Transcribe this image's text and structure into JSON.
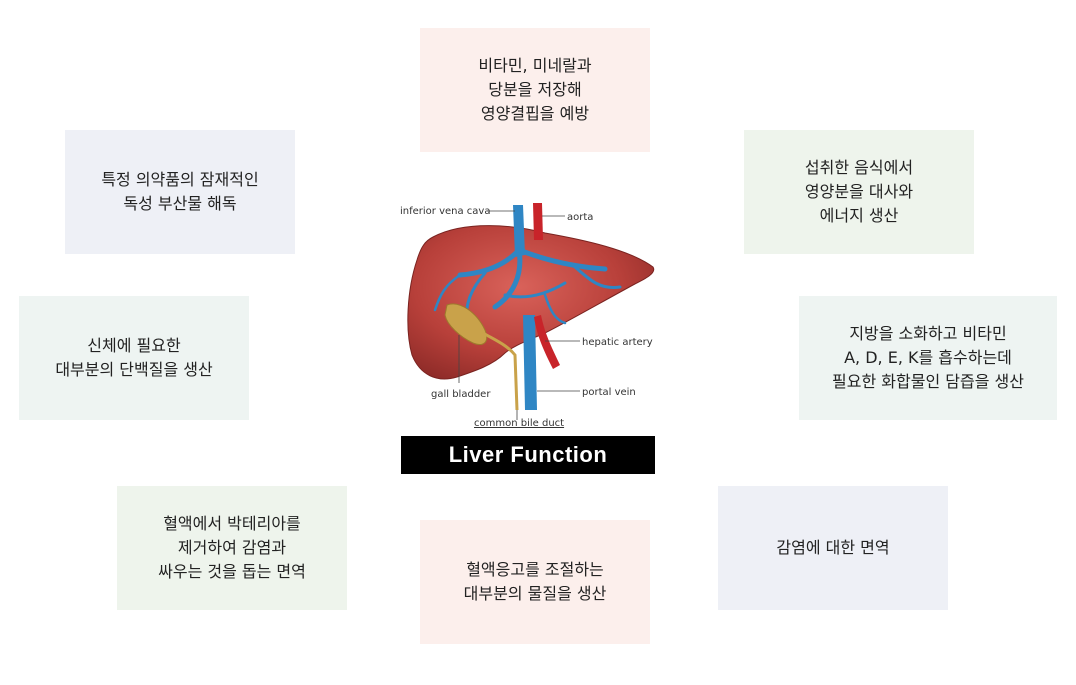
{
  "title": "Liver Function",
  "colors": {
    "pink_box": "#fcefec",
    "lavender_box": "#eef0f6",
    "mint_box": "#eef4f2",
    "sage_box": "#eef4ec",
    "liver": "#b8403a",
    "vessel_blue": "#2f86c4",
    "vessel_red": "#c8242a",
    "gall": "#c9a24a"
  },
  "diagram_labels": {
    "ivc": "inferior vena cava",
    "aorta": "aorta",
    "hepatic_artery": "hepatic artery",
    "portal_vein": "portal vein",
    "gall_bladder": "gall bladder",
    "common_bile_duct": "common bile duct"
  },
  "boxes": {
    "top": "비타민, 미네랄과\n당분을 저장해\n영양결핍을 예방",
    "top_left": "특정 의약품의 잠재적인\n독성 부산물 해독",
    "top_right": "섭취한 음식에서\n영양분을 대사와\n에너지 생산",
    "mid_left": "신체에 필요한\n대부분의 단백질을 생산",
    "mid_right": "지방을 소화하고 비타민\nA, D, E, K를 흡수하는데\n필요한 화합물인 담즙을 생산",
    "bottom_left": "혈액에서 박테리아를\n제거하여 감염과\n싸우는 것을 돕는 면역",
    "bottom_right": "감염에 대한 면역",
    "bottom": "혈액응고를 조절하는\n대부분의 물질을 생산"
  }
}
